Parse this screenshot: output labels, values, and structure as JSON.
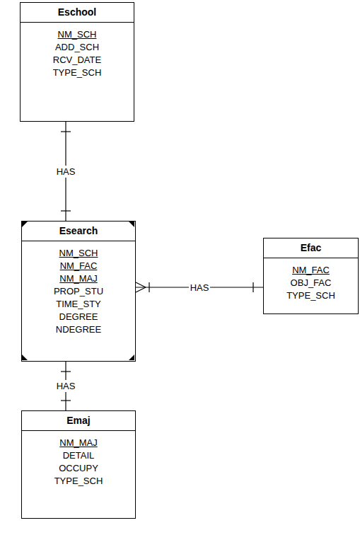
{
  "diagram": {
    "nodes": [
      {
        "text": [
          "Eschool",
          "NM_SCH",
          "ADD_SCH",
          "RCV_DATE",
          "TYPE_SCH"
        ]
      },
      {
        "text": [
          "Esearch",
          "NM_SCH",
          "NM_FAC",
          "NM_MAJ",
          "PROP_STU",
          "TIME_STY",
          "DEGREE",
          "NDEGREE"
        ]
      },
      {
        "text": [
          "Efac",
          "NM_FAC",
          "OBJ_FAC",
          "TYPE_SCH"
        ]
      },
      {
        "text": [
          "Emaj",
          "NM_MAJ",
          "DETAIL",
          "OCCUPY",
          "TYPE_SCH"
        ]
      }
    ],
    "edges": [
      {
        "from": 0,
        "to": 1,
        "label": "HAS",
        "arrow": "none"
      },
      {
        "from": 1,
        "to": 2,
        "label": "HAS",
        "arrow": "none"
      },
      {
        "from": 1,
        "to": 3,
        "label": "HAS",
        "arrow": "none"
      }
    ]
  }
}
